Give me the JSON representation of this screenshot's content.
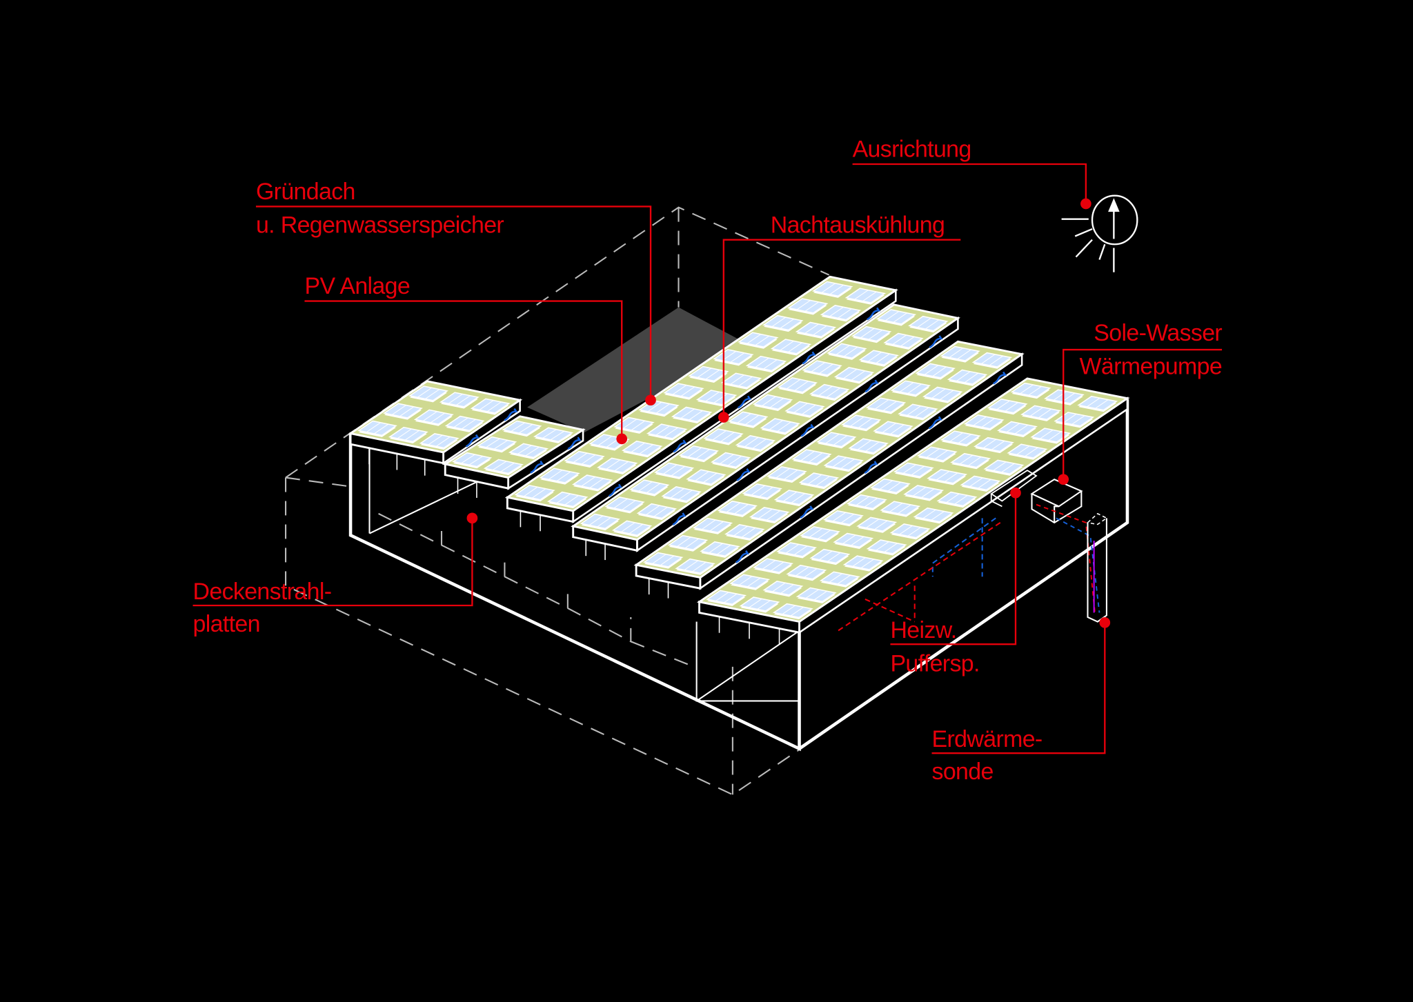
{
  "labels": {
    "gruendach_line1": "Gründach",
    "gruendach_line2": "u. Regenwasserspeicher",
    "pv_anlage": "PV Anlage",
    "nachtauskuehlung": "Nachtauskühlung",
    "ausrichtung": "Ausrichtung",
    "waermepumpe_line1": "Sole-Wasser",
    "waermepumpe_line2": "Wärmepumpe",
    "deckenstrahl_line1": "Deckenstrahl-",
    "deckenstrahl_line2": "platten",
    "puffer_line1": "Heizw.",
    "puffer_line2": "Puffersp.",
    "erdwaerme_line1": "Erdwärme-",
    "erdwaerme_line2": "sonde"
  },
  "colors": {
    "background": "#000000",
    "annotation": "#e8000b",
    "green_roof": "#cfd991",
    "pv_panel": "#cfe4ff",
    "water_flow": "#1560d8",
    "courtyard": "#444444"
  },
  "icons": [
    "compass-sun-icon"
  ]
}
